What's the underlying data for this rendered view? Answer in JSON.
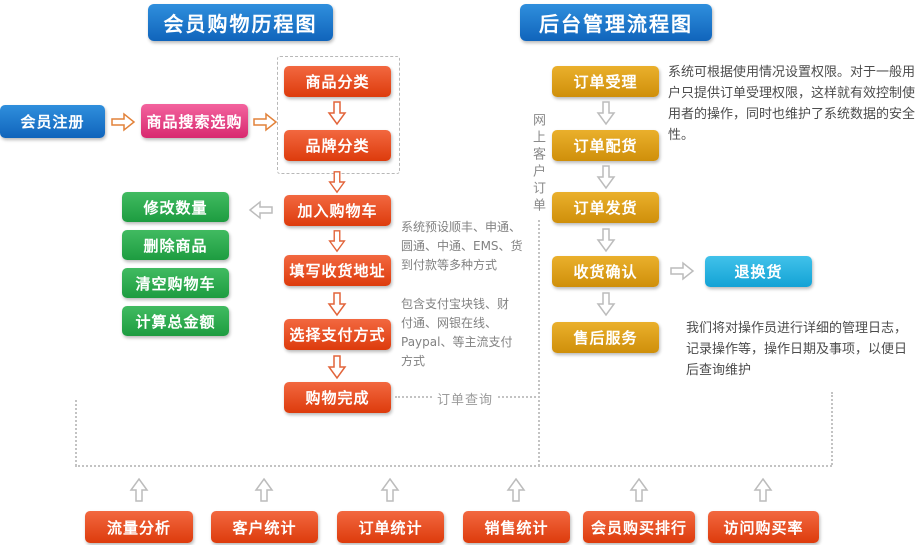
{
  "titles": {
    "member_flow": "会员购物历程图",
    "admin_flow": "后台管理流程图"
  },
  "member_flow": {
    "register": "会员注册",
    "search": "商品搜索选购",
    "product_category": "商品分类",
    "brand_category": "品牌分类",
    "add_to_cart": "加入购物车",
    "cart_actions": [
      "修改数量",
      "删除商品",
      "清空购物车",
      "计算总金额"
    ],
    "fill_address": "填写收货地址",
    "choose_payment": "选择支付方式",
    "complete": "购物完成"
  },
  "admin_flow": {
    "order_accept": "订单受理",
    "order_allocate": "订单配货",
    "order_ship": "订单发货",
    "receipt_confirm": "收货确认",
    "return_exchange": "退换货",
    "after_sales": "售后服务"
  },
  "annotations": {
    "shipping_methods": "系统预设顺丰、申通、圆通、中通、EMS、货到付款等多种方式",
    "payment_methods": "包含支付宝块钱、财付通、网银在线、Paypal、等主流支付方式",
    "online_customer_order": "网上客户订单",
    "order_query": "订单查询",
    "permission_note": "系统可根据使用情况设置权限。对于一般用户只提供订单受理权限，这样就有效控制使用者的操作，同时也维护了系统数据的安全性。",
    "log_note": "我们将对操作员进行详细的管理日志，记录操作等，操作日期及事项，以便日后查询维护"
  },
  "stats": [
    "流量分析",
    "客户统计",
    "订单统计",
    "销售统计",
    "会员购买排行",
    "访问购买率"
  ],
  "colors": {
    "title_blue": "#1473cd",
    "box_red": "#e8481a",
    "box_green": "#2ca850",
    "box_gold": "#dd9d17",
    "box_cyan": "#23b2e2",
    "box_pink": "#e43a7d",
    "box_blue": "#1c79d2"
  }
}
